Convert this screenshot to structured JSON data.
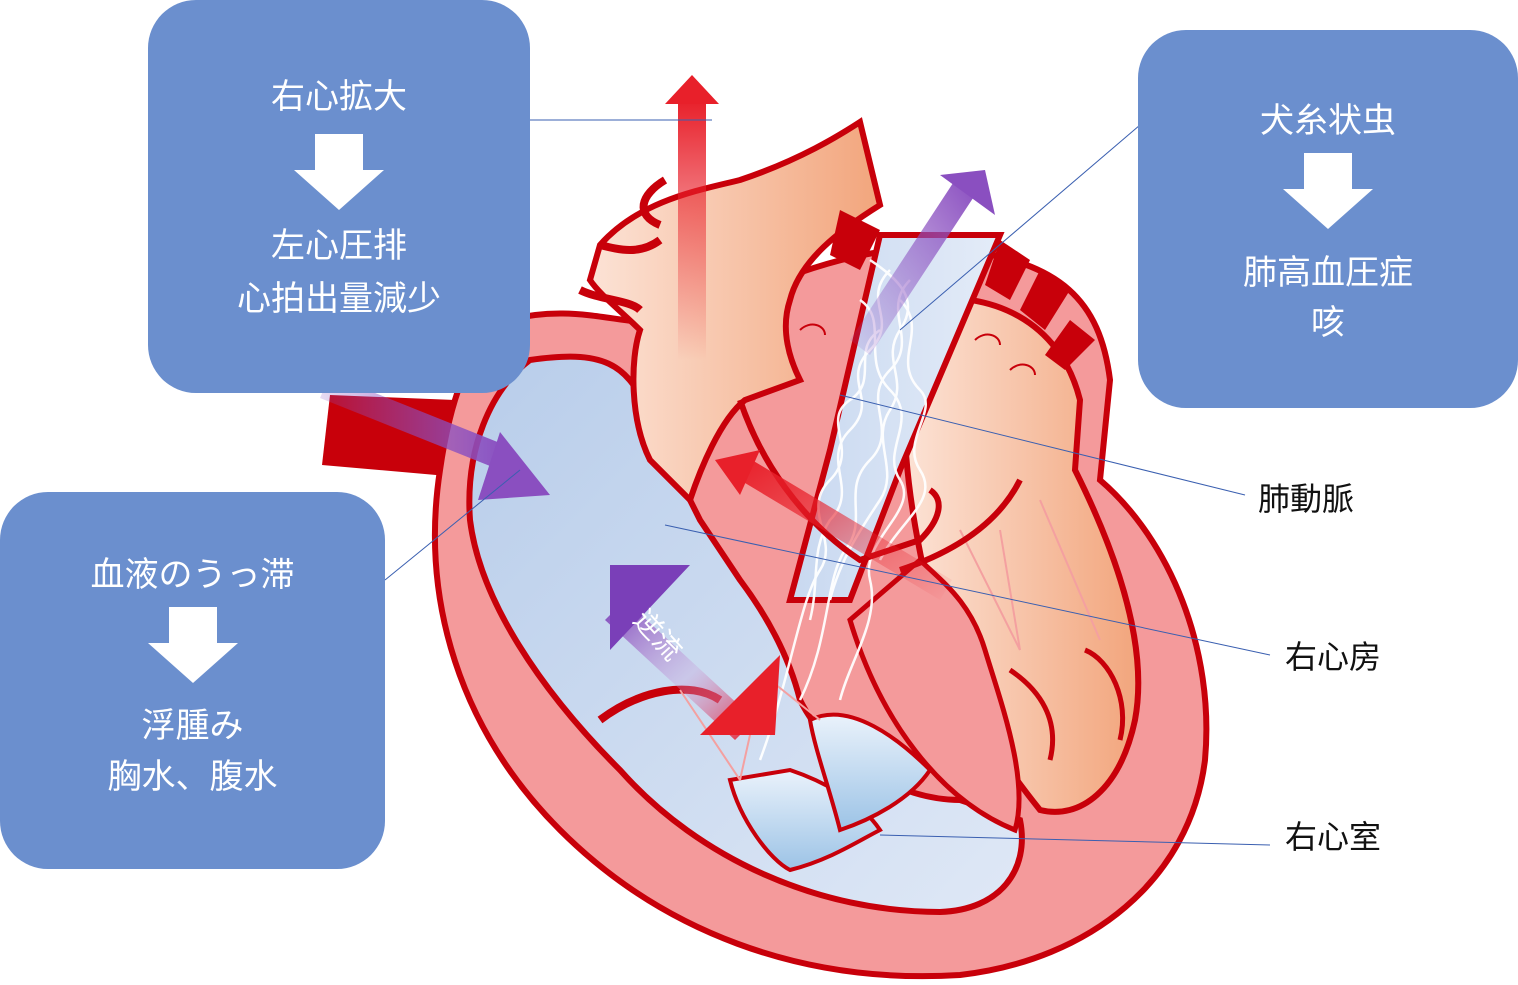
{
  "colors": {
    "box_fill": "#6b8fce",
    "box_text": "#ffffff",
    "heart_outline": "#c8000a",
    "heart_wall": "#f49a9b",
    "chamber_fill": "#c9d8ee",
    "artery_fill": "#f4b08a",
    "arrow_red": "#e8202a",
    "arrow_purple": "#8a4fc0",
    "leader_line": "#3a5fb0"
  },
  "callouts": {
    "right_heart": {
      "line1": "右心拡大",
      "line2": "左心圧排",
      "line3": "心拍出量減少"
    },
    "heartworm": {
      "line1": "犬糸状虫",
      "line2": "肺高血圧症",
      "line3": "咳"
    },
    "congestion": {
      "line1": "血液のうっ滞",
      "line2": "浮腫み",
      "line3": "胸水、腹水"
    }
  },
  "labels": {
    "pulmonary_artery": "肺動脈",
    "right_atrium": "右心房",
    "right_ventricle": "右心室",
    "regurgitation": "逆流"
  },
  "icons": {
    "down_arrow": "down-arrow-icon",
    "flow_arrow": "flow-arrow-icon",
    "heartworm": "heartworm-icon"
  }
}
